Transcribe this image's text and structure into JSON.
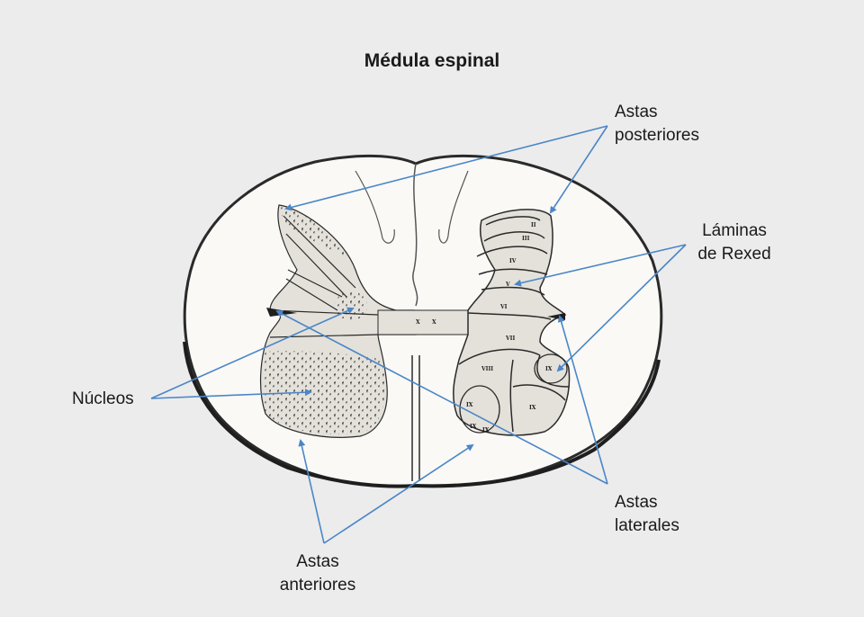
{
  "title": "Médula espinal",
  "labels": {
    "astas_posteriores": [
      "Astas",
      "posteriores"
    ],
    "laminas_rexed": [
      "Láminas",
      "de Rexed"
    ],
    "nucleos": [
      "Núcleos"
    ],
    "astas_laterales": [
      "Astas",
      "laterales"
    ],
    "astas_anteriores": [
      "Astas",
      "anteriores"
    ]
  },
  "laminae": [
    "II",
    "III",
    "IV",
    "V",
    "VI",
    "VII",
    "VIII",
    "IX",
    "IX",
    "IX",
    "IX",
    "IX",
    "X",
    "X"
  ],
  "colors": {
    "background": "#ececec",
    "white_matter": "#faf9f6",
    "gray_matter": "#e4e1da",
    "outline": "#2a2a2a",
    "arrow": "#4a86c8"
  }
}
